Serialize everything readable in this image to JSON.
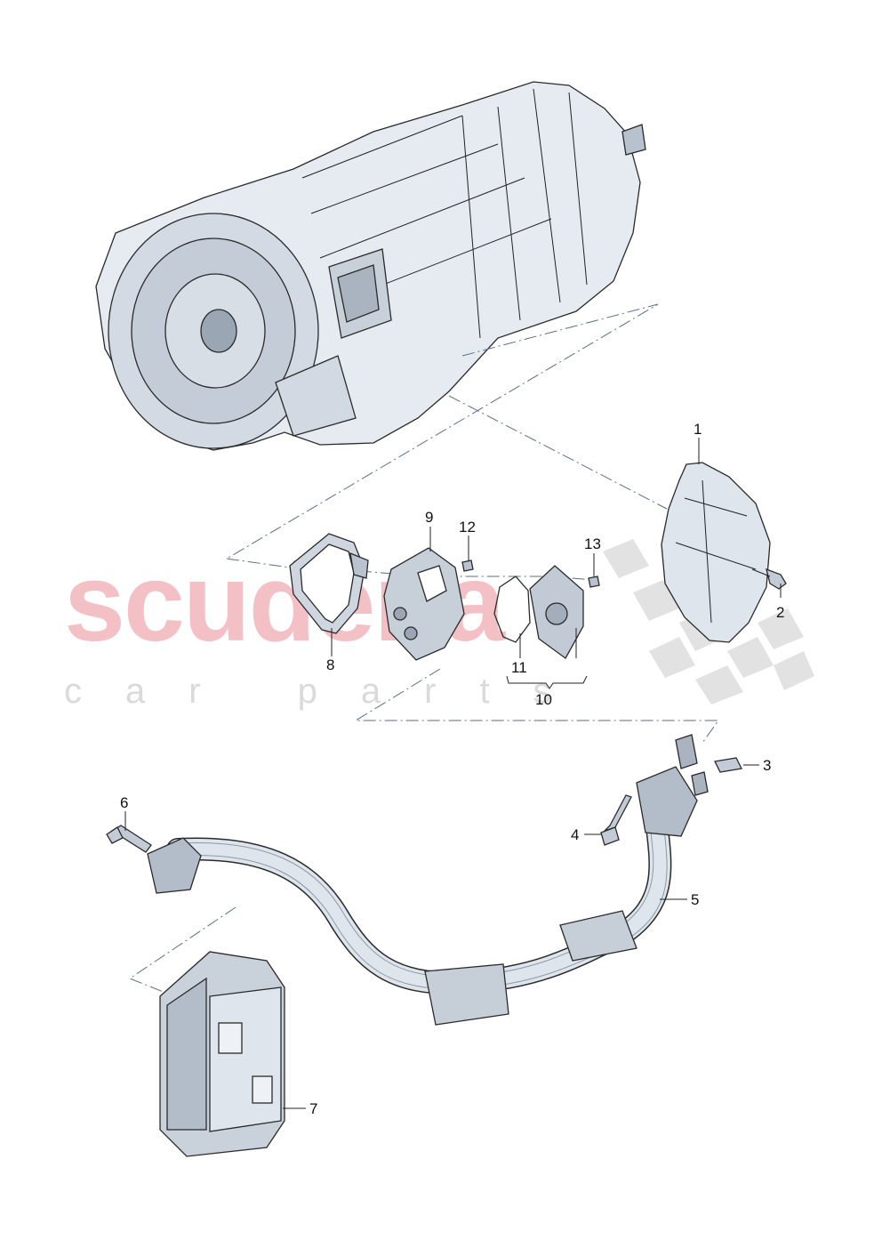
{
  "watermark": {
    "brand": "scuderia",
    "tagline": "car parts"
  },
  "callouts": [
    {
      "id": "1",
      "text": "1"
    },
    {
      "id": "2",
      "text": "2"
    },
    {
      "id": "3",
      "text": "3"
    },
    {
      "id": "4",
      "text": "4"
    },
    {
      "id": "5",
      "text": "5"
    },
    {
      "id": "6",
      "text": "6"
    },
    {
      "id": "7",
      "text": "7"
    },
    {
      "id": "8",
      "text": "8"
    },
    {
      "id": "9",
      "text": "9"
    },
    {
      "id": "10",
      "text": "10"
    },
    {
      "id": "11",
      "text": "11"
    },
    {
      "id": "12",
      "text": "12"
    },
    {
      "id": "13",
      "text": "13"
    }
  ],
  "colors": {
    "part_fill": "#e4e9f0",
    "part_shade": "#b9c3cf",
    "watermark_red": "#f2b6bc",
    "checker_gray": "#d9d9d9",
    "leader_dash": "#5a6f86"
  }
}
